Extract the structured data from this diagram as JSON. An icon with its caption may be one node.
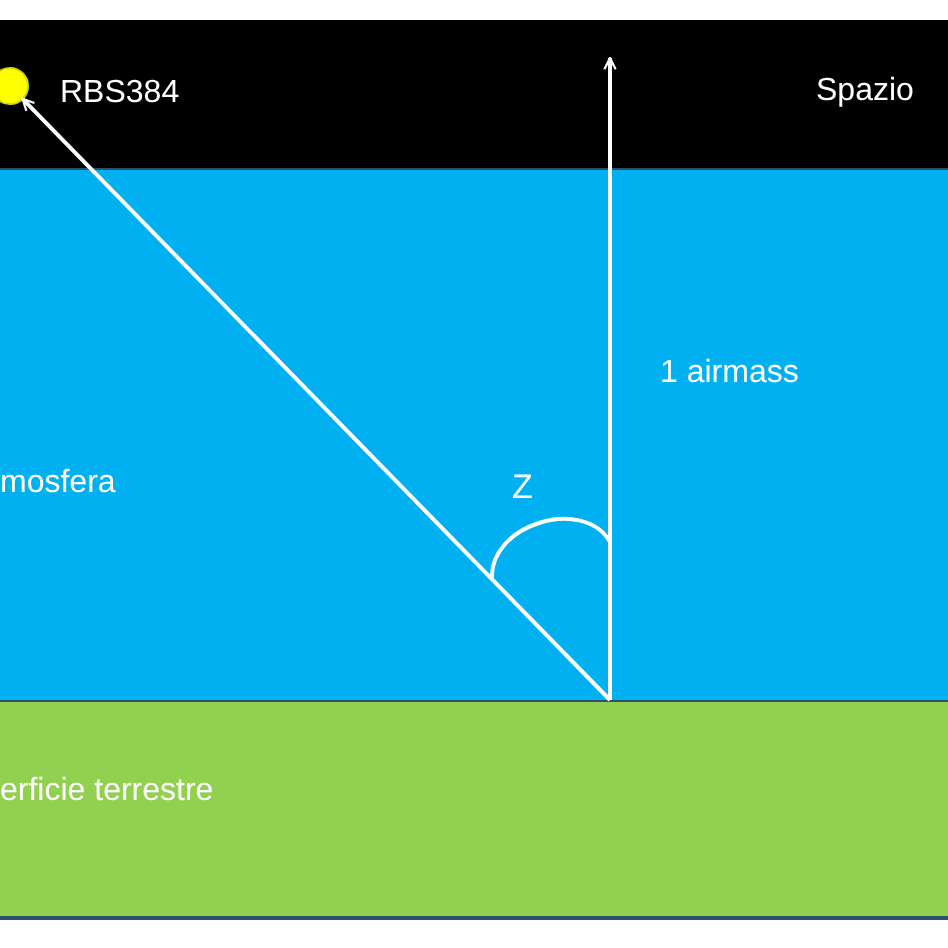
{
  "diagram": {
    "nodes": [
      {
        "text": [],
        "shape": "circle"
      },
      {
        "text": [
          "erficie terrestre"
        ]
      }
    ],
    "edges": [
      {
        "from": 1,
        "to": 0,
        "arrow": "to"
      }
    ],
    "labels": [
      "RBS384",
      "Spazio",
      "1 airmass",
      "mosfera",
      "Z"
    ]
  }
}
